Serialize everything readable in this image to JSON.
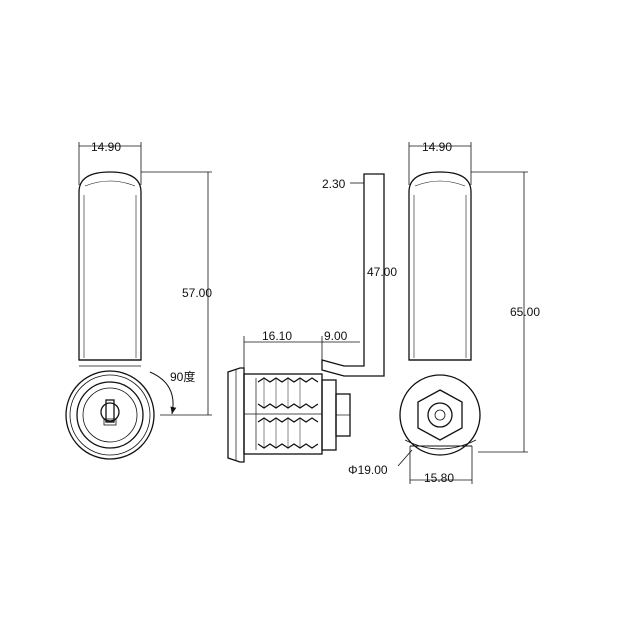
{
  "dimensions": {
    "front_width": "14.90",
    "front_height": "57.00",
    "rotation": "90度",
    "lever_thickness": "2.30",
    "lever_height": "47.00",
    "thread_length": "16.10",
    "lever_offset": "9.00",
    "back_width": "14.90",
    "back_height": "65.00",
    "diameter": "Φ19.00",
    "flat_width": "15.80"
  }
}
